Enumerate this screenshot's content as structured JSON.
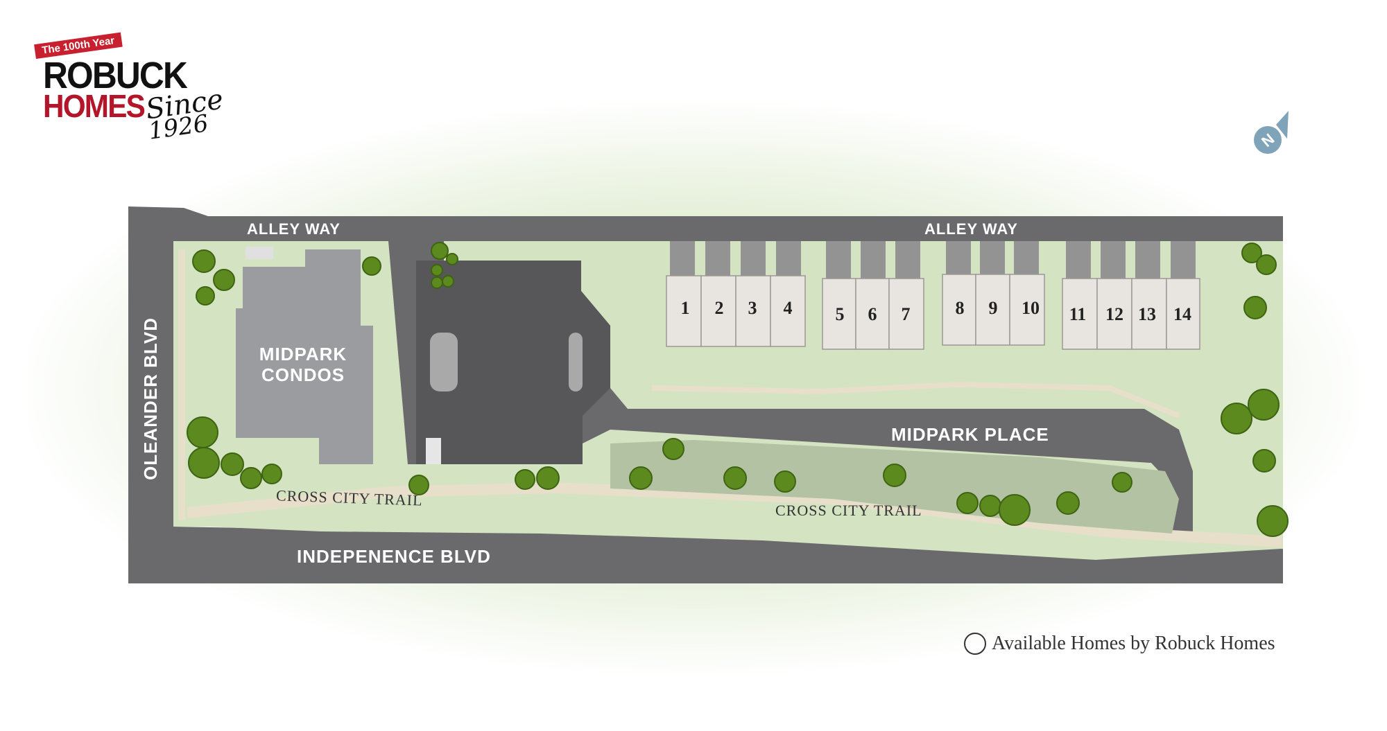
{
  "logo": {
    "banner": "The 100th Year",
    "line1": "ROBUCK",
    "line2": "HOMES",
    "since": "Since",
    "year": "1926",
    "banner_color": "#c8202f",
    "homes_color": "#b3162a"
  },
  "compass": {
    "letter": "N",
    "icon": "north-arrow-icon",
    "color": "#7fa3b8"
  },
  "streets": {
    "alley_left": "ALLEY WAY",
    "alley_right": "ALLEY WAY",
    "oleander": "OLEANDER BLVD",
    "independence": "INDEPENENCE BLVD",
    "midpark_place": "MIDPARK PLACE"
  },
  "building": {
    "line1": "MIDPARK",
    "line2": "CONDOS"
  },
  "trails": {
    "left": "CROSS CITY TRAIL",
    "right": "CROSS CITY TRAIL"
  },
  "units": [
    "1",
    "2",
    "3",
    "4",
    "5",
    "6",
    "7",
    "8",
    "9",
    "10",
    "11",
    "12",
    "13",
    "14"
  ],
  "legend": {
    "text": "Available Homes by Robuck Homes"
  },
  "colors": {
    "road": "#6a696b",
    "grass": "#d4e3c2",
    "path": "#e7dfca",
    "building": "#9a9c9f",
    "unit": "#e8e4df",
    "garage": "#939394",
    "parking": "#575658",
    "pond": "#b4c2a4",
    "tree": "#5d8a1e"
  }
}
